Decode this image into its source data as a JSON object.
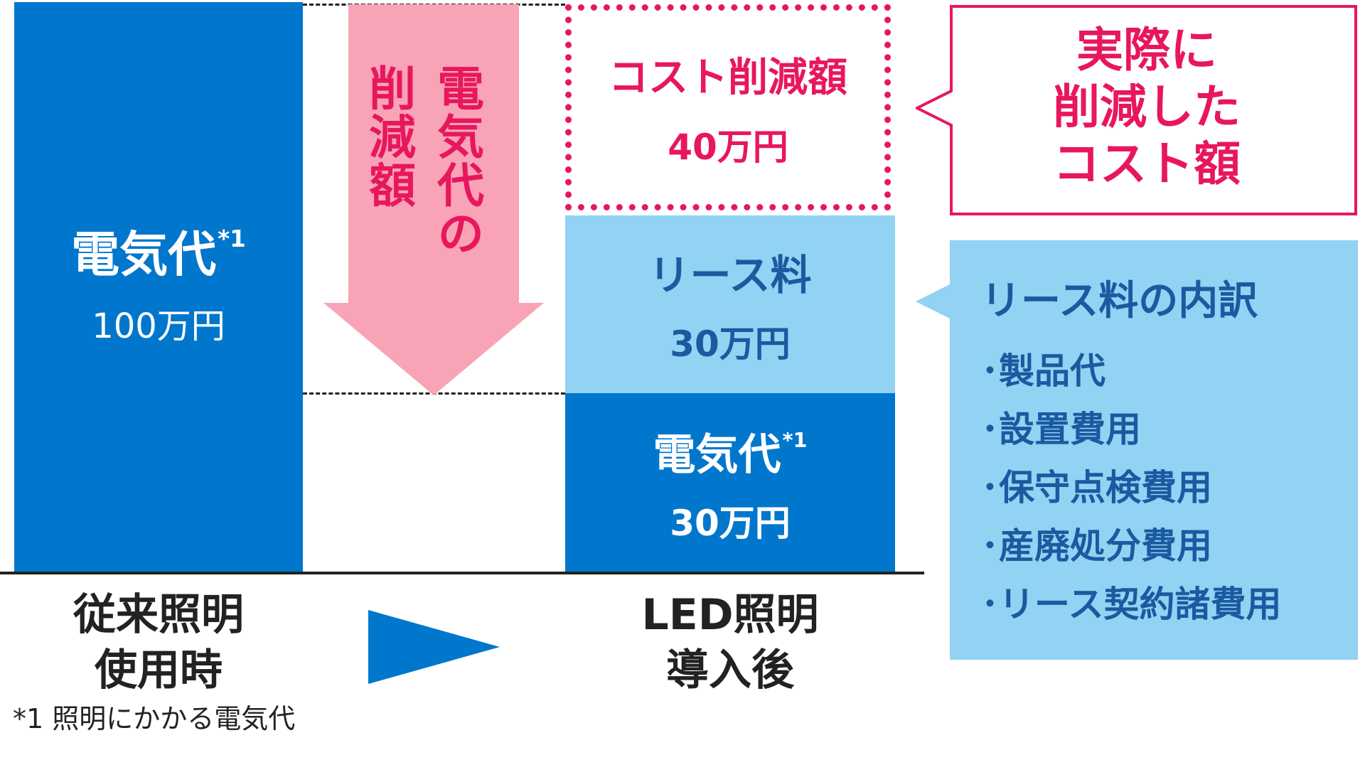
{
  "before_bar": {
    "name": "電気代",
    "note_mark": "*1",
    "value": "100万円"
  },
  "reduction_arrow": {
    "text": "電気代の削減額"
  },
  "cost_reduction": {
    "name": "コスト削減額",
    "value": "40万円"
  },
  "lease_fee": {
    "name": "リース料",
    "value": "30万円"
  },
  "after_bar": {
    "name": "電気代",
    "note_mark": "*1",
    "value": "30万円"
  },
  "labels": {
    "before_line1": "従来照明",
    "before_line2": "使用時",
    "after_line1": "LED照明",
    "after_line2": "導入後"
  },
  "footnote": "*1 照明にかかる電気代",
  "callout_reduction": {
    "line1": "実際に",
    "line2": "削減した",
    "line3": "コスト額"
  },
  "lease_breakdown": {
    "title": "リース料の内訳",
    "items": [
      "･製品代",
      "･設置費用",
      "･保守点検費用",
      "･産廃処分費用",
      "･リース契約諸費用"
    ]
  },
  "colors": {
    "blue": "#0077cc",
    "light_blue": "#92d2f3",
    "pink": "#e8175d",
    "pink_arrow": "#f9a3b6",
    "dark_text": "#222222",
    "lease_text": "#1a5aa0"
  }
}
